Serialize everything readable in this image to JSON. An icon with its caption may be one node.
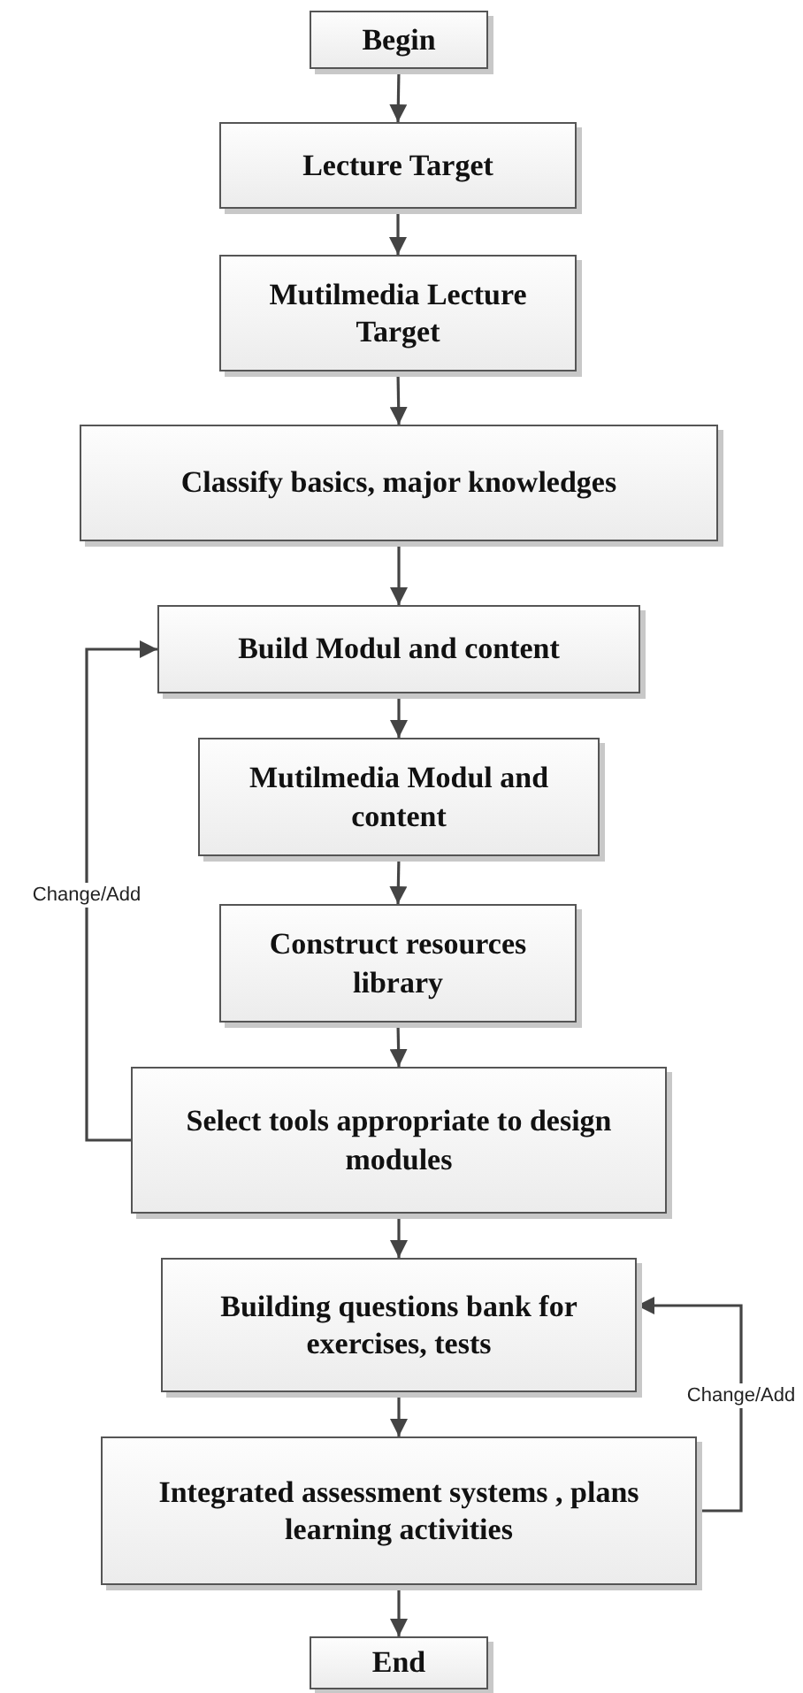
{
  "diagram": {
    "nodes": [
      {
        "text": [
          "Begin"
        ]
      },
      {
        "text": [
          "Lecture Target"
        ]
      },
      {
        "text": [
          "Mutilmedia Lecture Target"
        ]
      },
      {
        "text": [
          "Classify basics, major knowledges"
        ]
      },
      {
        "text": [
          "Build Modul and content"
        ]
      },
      {
        "text": [
          "Mutilmedia Modul and content"
        ]
      },
      {
        "text": [
          "Construct resources library"
        ]
      },
      {
        "text": [
          "Select tools appropriate to design modules"
        ]
      },
      {
        "text": [
          "Building questions bank for exercises, tests"
        ]
      },
      {
        "text": [
          "Integrated assessment systems , plans learning activities"
        ]
      },
      {
        "text": [
          "End"
        ]
      }
    ],
    "edges": [
      {
        "from": 0,
        "to": 1,
        "arrow": "to"
      },
      {
        "from": 1,
        "to": 2,
        "arrow": "to"
      },
      {
        "from": 2,
        "to": 3,
        "arrow": "to"
      },
      {
        "from": 3,
        "to": 4,
        "arrow": "to"
      },
      {
        "from": 4,
        "to": 5,
        "arrow": "to"
      },
      {
        "from": 5,
        "to": 6,
        "arrow": "to"
      },
      {
        "from": 6,
        "to": 7,
        "arrow": "to"
      },
      {
        "from": 7,
        "to": 4,
        "arrow": "to",
        "label": "Change/Add"
      },
      {
        "from": 7,
        "to": 8,
        "arrow": "to"
      },
      {
        "from": 8,
        "to": 9,
        "arrow": "to"
      },
      {
        "from": 9,
        "to": 8,
        "arrow": "to",
        "label": "Change/Add"
      },
      {
        "from": 9,
        "to": 10,
        "arrow": "to"
      }
    ]
  }
}
